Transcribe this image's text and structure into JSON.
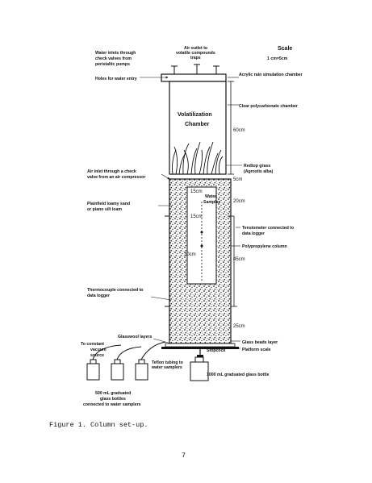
{
  "scale": {
    "title": "Scale",
    "value": "1 cm=5cm"
  },
  "labels": {
    "water_inlets": [
      "Water inlets through",
      "check valves from",
      "peristaltic pumps"
    ],
    "air_outlet": [
      "Air outlet to",
      "volatile compounds",
      "traps"
    ],
    "acrylic_chamber": "Acrylic rain simulation chamber",
    "holes": "Holes for water entry",
    "clear_chamber": "Clear polycarbonate chamber",
    "volatilization": [
      "Volatilization",
      "Chamber"
    ],
    "redtop": [
      "Redtop grass",
      "(Agrostis alba)"
    ],
    "air_inlet": [
      "Air inlet through a check",
      "valve from an air compressor"
    ],
    "soil": [
      "Plainfield loamy sand",
      "or piano silt loam"
    ],
    "water_sampler": [
      "Water",
      "Sampler"
    ],
    "tensiometer": [
      "Tensiometer  connected to",
      "data logger"
    ],
    "polypropylene": "Polypropylene column",
    "thermocouple": [
      "Thermocouple  connected to",
      "data logger"
    ],
    "glasswool": "Glasswool layers",
    "vacuum": [
      "To constant",
      "vacuum",
      "source"
    ],
    "teflon": [
      "Teflon tubing to",
      "water samplers"
    ],
    "glass_beads": "Glass beads layer",
    "platform": "Platform scale",
    "stopcock": "Stopcock",
    "bottle_1000": "1000 mL graduated glass bottle",
    "bottles_500": [
      "500 mL graduated",
      "glass bottles",
      "connected to water samplers"
    ]
  },
  "dimensions": {
    "chamber": "60cm",
    "gap": "5cm",
    "upper": "20cm",
    "column": "45cm",
    "lower": "25cm",
    "inner_15a": "15cm",
    "inner_15b": "15cm",
    "inner_30": "30cm"
  },
  "caption": "Figure 1.  Column set-up.",
  "page_number": "7"
}
